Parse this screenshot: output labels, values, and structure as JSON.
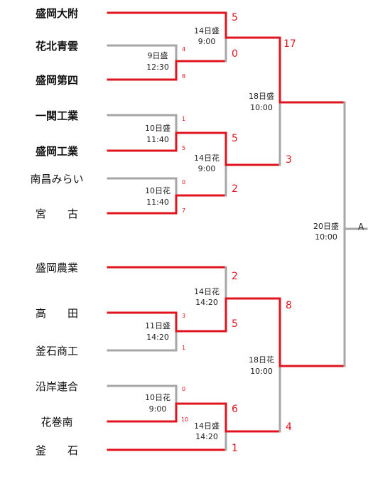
{
  "teams": [
    {
      "id": "t1",
      "name": "盛岡大附"
    },
    {
      "id": "t2",
      "name": "花北青雲"
    },
    {
      "id": "t3",
      "name": "盛岡第四"
    },
    {
      "id": "t4",
      "name": "一関工業"
    },
    {
      "id": "t5",
      "name": "盛岡工業"
    },
    {
      "id": "t6",
      "name": "南昌みらい"
    },
    {
      "id": "t7",
      "name": "宮　　古"
    },
    {
      "id": "t8",
      "name": "盛岡農業"
    },
    {
      "id": "t9",
      "name": "高　　田"
    },
    {
      "id": "t10",
      "name": "釜石商工"
    },
    {
      "id": "t11",
      "name": "沿岸連合"
    },
    {
      "id": "t12",
      "name": "花巻南"
    },
    {
      "id": "t13",
      "name": "釜　　石"
    }
  ],
  "matches": [
    {
      "id": "m1",
      "date_venue": "9日盛",
      "time": "12:30",
      "score_top": "4",
      "score_bottom": "8"
    },
    {
      "id": "m2",
      "date_venue": "10日盛",
      "time": "11:40",
      "score_top": "1",
      "score_bottom": "5"
    },
    {
      "id": "m3",
      "date_venue": "10日花",
      "time": "11:40",
      "score_top": "0",
      "score_bottom": "7"
    },
    {
      "id": "m4",
      "date_venue": "11日盛",
      "time": "14:20",
      "score_top": "3",
      "score_bottom": "1"
    },
    {
      "id": "m5",
      "date_venue": "10日花",
      "time": "9:00",
      "score_top": "0",
      "score_bottom": "10"
    },
    {
      "id": "m6",
      "date_venue": "14日盛",
      "time": "9:00",
      "score_top": "5",
      "score_bottom": "0"
    },
    {
      "id": "m7",
      "date_venue": "14日花",
      "time": "9:00",
      "score_top": "5",
      "score_bottom": "2"
    },
    {
      "id": "m8",
      "date_venue": "14日花",
      "time": "14:20",
      "score_top": "2",
      "score_bottom": "5"
    },
    {
      "id": "m9",
      "date_venue": "14日盛",
      "time": "14:20",
      "score_top": "6",
      "score_bottom": "1"
    },
    {
      "id": "m10",
      "date_venue": "18日盛",
      "time": "10:00",
      "score_top": "17",
      "score_bottom": "3"
    },
    {
      "id": "m11",
      "date_venue": "18日花",
      "time": "10:00",
      "score_top": "8",
      "score_bottom": "4"
    },
    {
      "id": "m12",
      "date_venue": "20日盛",
      "time": "10:00"
    }
  ],
  "final_slot": "A",
  "colors": {
    "winner_line": "#e0141e",
    "loser_line": "#a6a6a6",
    "score_text": "#e0141e"
  }
}
